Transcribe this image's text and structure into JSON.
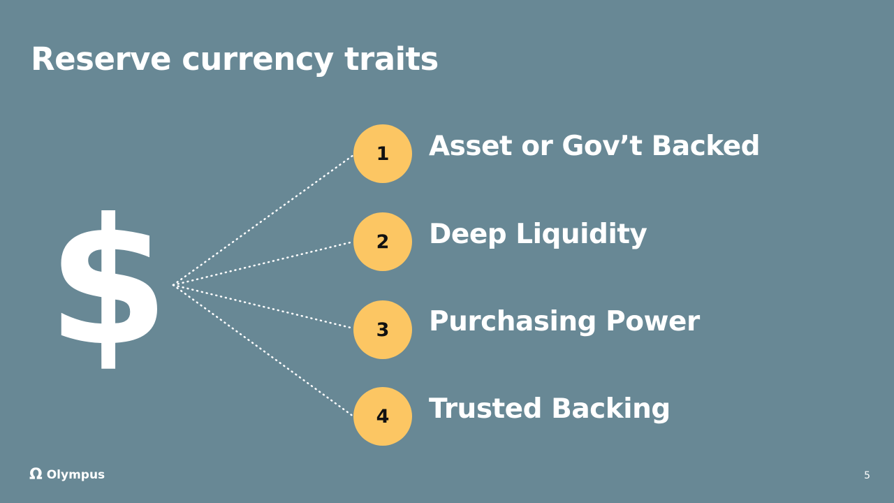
{
  "slide": {
    "title": "Reserve currency traits",
    "symbol": "$",
    "traits": [
      {
        "number": "1",
        "label": "Asset or Gov’t Backed"
      },
      {
        "number": "2",
        "label": "Deep Liquidity"
      },
      {
        "number": "3",
        "label": "Purchasing Power"
      },
      {
        "number": "4",
        "label": "Trusted Backing"
      }
    ]
  },
  "footer": {
    "logo_icon": "omega-icon",
    "brand": "Olympus",
    "page_number": "5"
  },
  "colors": {
    "background": "#688895",
    "badge": "#fcc663",
    "text": "#ffffff",
    "badge_text": "#111111"
  }
}
